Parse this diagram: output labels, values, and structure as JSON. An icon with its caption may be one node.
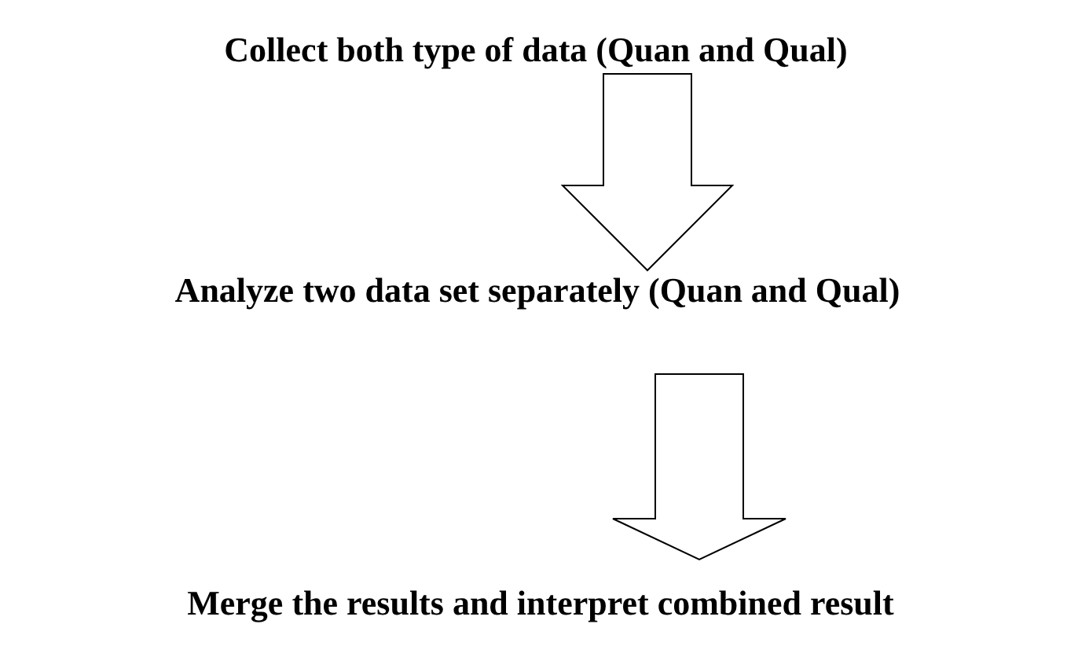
{
  "diagram": {
    "nodes": [
      {
        "text": [
          "Collect both type of data (Quan and Qual)"
        ]
      },
      {
        "text": [
          "Analyze two data set separately (Quan and Qual)"
        ]
      },
      {
        "text": [
          "Merge the results and interpret combined result"
        ]
      }
    ],
    "edges": [
      {
        "from": 0,
        "to": 1,
        "arrow": "to"
      },
      {
        "from": 1,
        "to": 2,
        "arrow": "to"
      }
    ]
  }
}
